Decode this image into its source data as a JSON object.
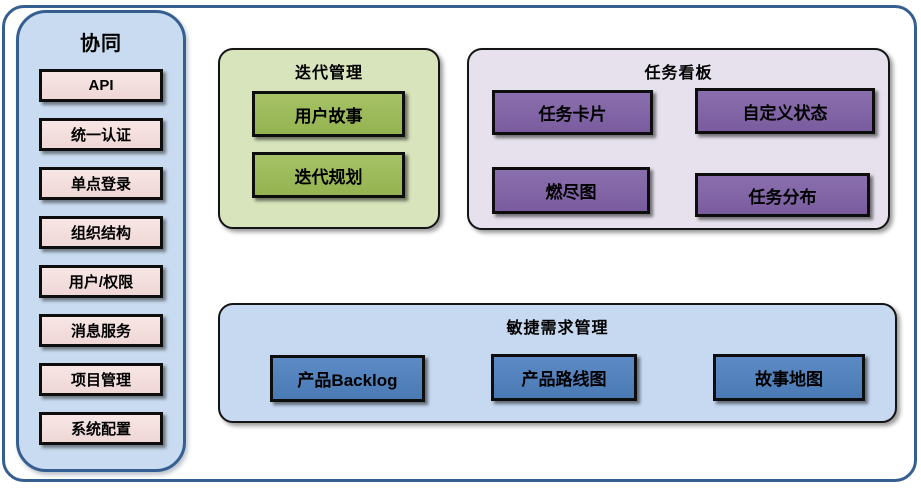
{
  "sidebar": {
    "title": "协同",
    "items": [
      "API",
      "统一认证",
      "单点登录",
      "组织结构",
      "用户/权限",
      "消息服务",
      "项目管理",
      "系统配置"
    ]
  },
  "iteration": {
    "title": "迭代管理",
    "items": [
      "用户故事",
      "迭代规划"
    ]
  },
  "kanban": {
    "title": "任务看板",
    "items": [
      "任务卡片",
      "自定义状态",
      "燃尽图",
      "任务分布"
    ]
  },
  "agile": {
    "title": "敏捷需求管理",
    "items": [
      "产品Backlog",
      "产品路线图",
      "故事地图"
    ]
  },
  "colors": {
    "frame_border": "#365f91",
    "sidebar_bg": "#c9dbf0",
    "sidebar_item_bg": "#f2dcdb",
    "iteration_bg": "#d8e4bc",
    "iteration_item_bg": "#9cba58",
    "kanban_bg": "#e6e1ed",
    "kanban_item_bg": "#8064a2",
    "agile_bg": "#c6d9f1",
    "agile_item_bg": "#4f81bd",
    "item_border": "#0d0d0d",
    "text": "#000000"
  }
}
